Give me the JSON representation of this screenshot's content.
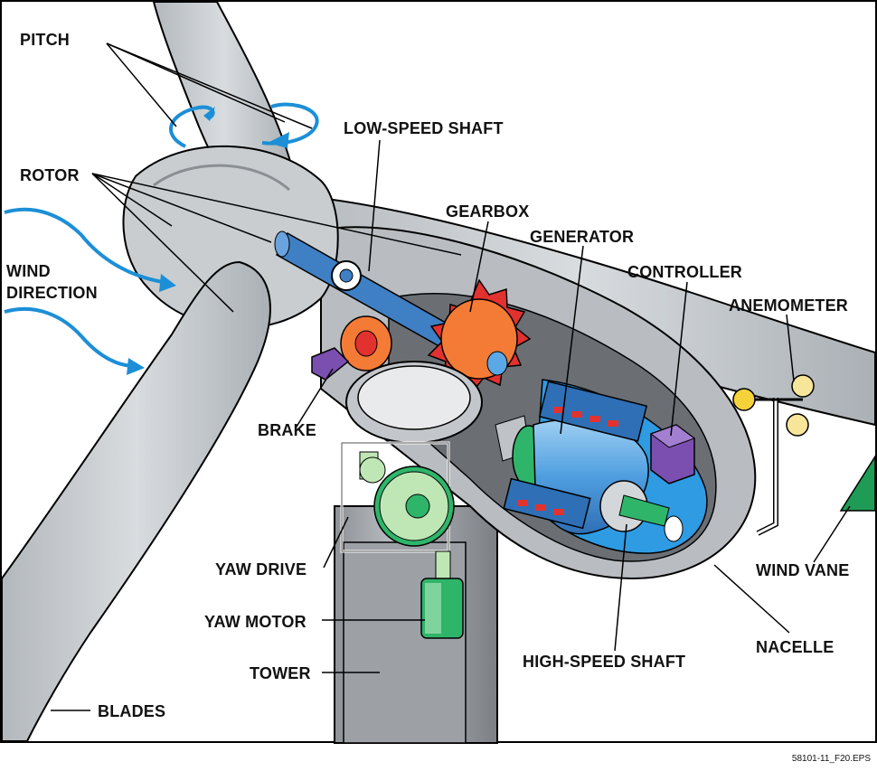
{
  "labels": {
    "pitch": "PITCH",
    "rotor": "ROTOR",
    "wind_direction_line1": "WIND",
    "wind_direction_line2": "DIRECTION",
    "low_speed_shaft": "LOW-SPEED SHAFT",
    "gearbox": "GEARBOX",
    "generator": "GENERATOR",
    "controller": "CONTROLLER",
    "anemometer": "ANEMOMETER",
    "brake": "BRAKE",
    "yaw_drive": "YAW DRIVE",
    "yaw_motor": "YAW MOTOR",
    "tower": "TOWER",
    "blades": "BLADES",
    "wind_vane": "WIND VANE",
    "nacelle": "NACELLE",
    "high_speed_shaft": "HIGH-SPEED SHAFT"
  },
  "caption": "58101-11_F20.EPS",
  "colors": {
    "blade_gray": "#cfd3d6",
    "blade_shadow": "#9aa0a6",
    "nacelle_gray": "#b9bdc1",
    "nacelle_dark": "#6b6f73",
    "shaft_blue": "#3f7fc4",
    "gear_red": "#e2322f",
    "gear_orange": "#f47b35",
    "generator_blue": "#5aa9e6",
    "controller_purple": "#7b4fb0",
    "yaw_green": "#bfe7b5",
    "gear_green": "#2fb56a",
    "anemometer_yellow": "#f5d23a",
    "vane_green": "#1e9b54",
    "wind_arrow_blue": "#1c8fd6"
  },
  "icons": [
    "wind-turbine-cutaway",
    "wind-arrow",
    "pitch-rotation-arrow"
  ]
}
